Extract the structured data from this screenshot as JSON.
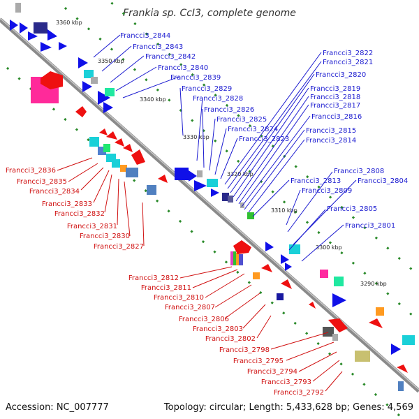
{
  "title": "Frankia sp. CcI3, complete genome",
  "footer": {
    "accession": "Accession: NC_007777",
    "topology": "Topology: circular; Length: 5,433,628 bp; Genes: 4,569"
  },
  "scale": [
    "3360 kbp",
    "3350 kbp",
    "3340 kbp",
    "3330 kbp",
    "3320 kbp",
    "3310 kbp",
    "3300 kbp",
    "3290 kbp"
  ],
  "blue_labels": [
    "Francci3_2844",
    "Francci3_2843",
    "Francci3_2842",
    "Francci3_2840",
    "Francci3_2839",
    "Francci3_2829",
    "Francci3_2828",
    "Francci3_2826",
    "Francci3_2825",
    "Francci3_2824",
    "Francci3_2823",
    "Francci3_2822",
    "Francci3_2821",
    "Francci3_2820",
    "Francci3_2819",
    "Francci3_2818",
    "Francci3_2817",
    "Francci3_2816",
    "Francci3_2815",
    "Francci3_2814",
    "Francci3_2813",
    "Francci3_2809",
    "Francci3_2808",
    "Francci3_2804",
    "Francci3_2805",
    "Francci3_2801"
  ],
  "red_labels": [
    "Francci3_2836",
    "Francci3_2835",
    "Francci3_2834",
    "Francci3_2833",
    "Francci3_2832",
    "Francci3_2831",
    "Francci3_2830",
    "Francci3_2827",
    "Francci3_2812",
    "Francci3_2811",
    "Francci3_2810",
    "Francci3_2807",
    "Francci3_2806",
    "Francci3_2803",
    "Francci3_2802",
    "Francci3_2798",
    "Francci3_2795",
    "Francci3_2794",
    "Francci3_2793",
    "Francci3_2792"
  ],
  "colors": {
    "forward": "#1010e8",
    "reverse": "#ee1010",
    "backbone": "#888888",
    "ticks": "#228b22"
  }
}
